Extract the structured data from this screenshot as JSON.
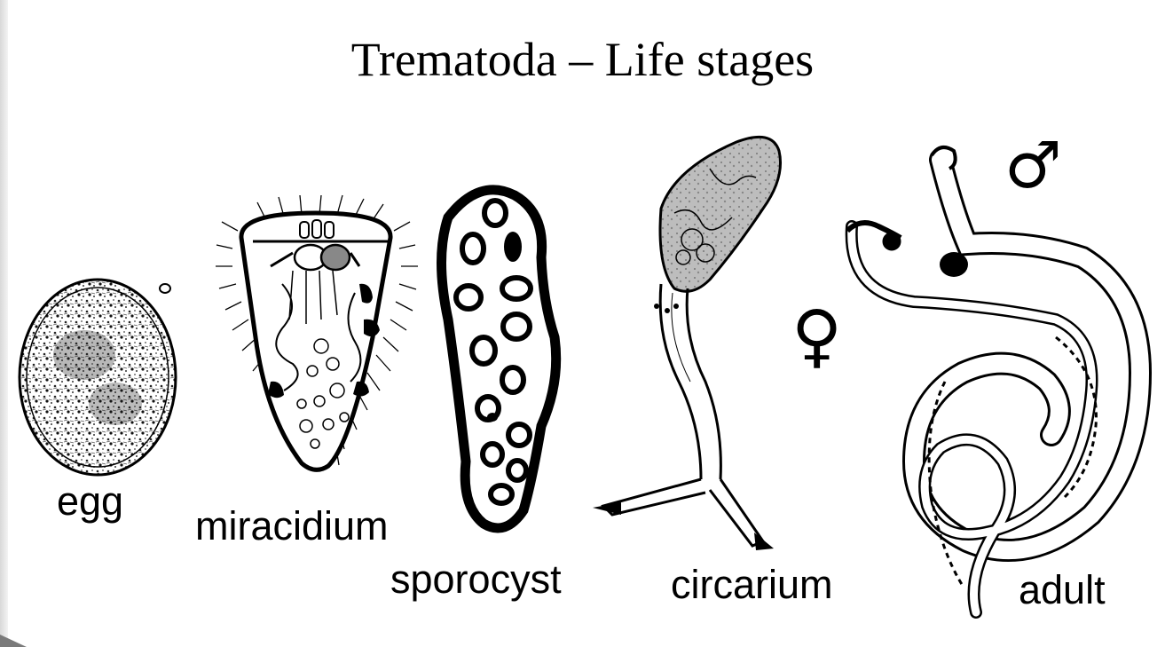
{
  "slide": {
    "title": "Trematoda – Life stages"
  },
  "stages": [
    {
      "label": "egg"
    },
    {
      "label": "miracidium"
    },
    {
      "label": "sporocyst"
    },
    {
      "label": "circarium"
    },
    {
      "label": "adult"
    }
  ],
  "symbols": {
    "female": "♀",
    "male": "♂"
  }
}
